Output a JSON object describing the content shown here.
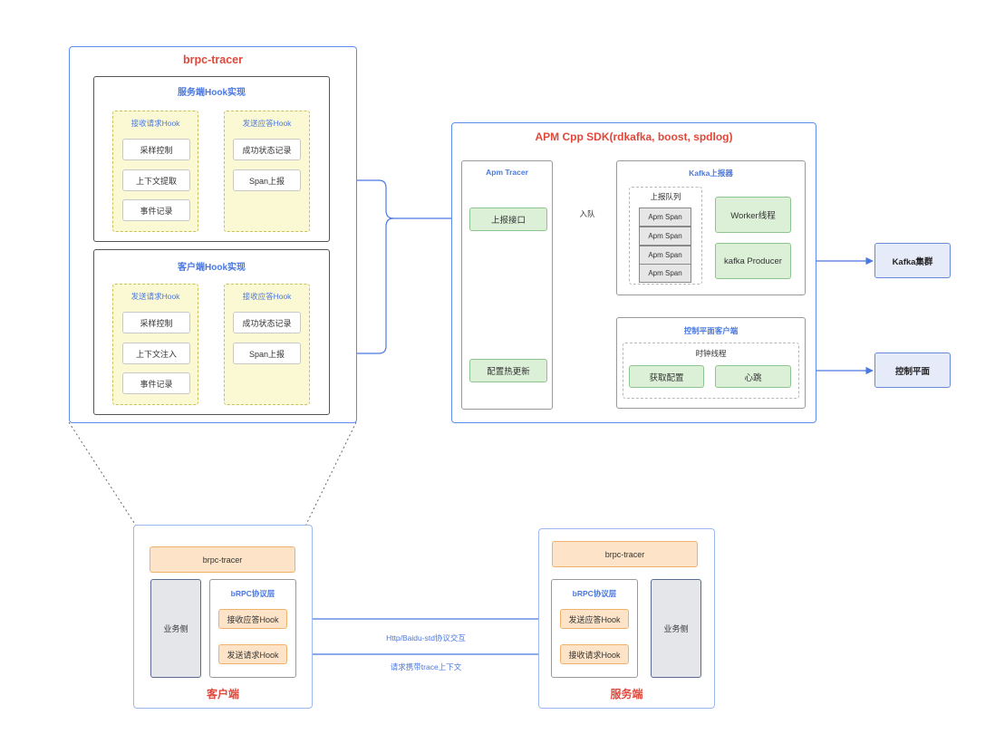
{
  "brpc_tracer_panel": {
    "title": "brpc-tracer",
    "server_hook": {
      "title": "服务端Hook实现",
      "recv_req": {
        "title": "接收请求Hook",
        "items": [
          "采样控制",
          "上下文提取",
          "事件记录"
        ]
      },
      "send_resp": {
        "title": "发送应答Hook",
        "items": [
          "成功状态记录",
          "Span上报"
        ]
      }
    },
    "client_hook": {
      "title": "客户端Hook实现",
      "send_req": {
        "title": "发送请求Hook",
        "items": [
          "采样控制",
          "上下文注入",
          "事件记录"
        ]
      },
      "recv_resp": {
        "title": "接收应答Hook",
        "items": [
          "成功状态记录",
          "Span上报"
        ]
      }
    }
  },
  "apm_sdk": {
    "title": "APM Cpp SDK(rdkafka, boost, spdlog)",
    "apm_tracer": {
      "title": "Apm Tracer",
      "report_api": "上报接口",
      "hot_update": "配置热更新"
    },
    "enqueue_label": "入队",
    "kafka_reporter": {
      "title": "Kafka上报器",
      "queue_title": "上报队列",
      "queue_items": [
        "Apm Span",
        "Apm Span",
        "Apm Span",
        "Apm Span"
      ],
      "worker": "Worker线程",
      "producer": "kafka Producer"
    },
    "control_client": {
      "title": "控制平面客户端",
      "clock_thread": "时钟线程",
      "fetch_config": "获取配置",
      "heartbeat": "心跳"
    }
  },
  "external": {
    "kafka_cluster": "Kafka集群",
    "control_plane": "控制平面"
  },
  "client_node": {
    "tracer": "brpc-tracer",
    "business": "业务侧",
    "protocol_title": "bRPC协议层",
    "recv_resp_hook": "接收应答Hook",
    "send_req_hook": "发送请求Hook",
    "label": "客户端"
  },
  "server_node": {
    "tracer": "brpc-tracer",
    "business": "业务侧",
    "protocol_title": "bRPC协议层",
    "send_resp_hook": "发送应答Hook",
    "recv_req_hook": "接收请求Hook",
    "label": "服务端"
  },
  "edges": {
    "protocol_exchange": "Http/Baidu-std协议交互",
    "carry_trace": "请求携带trace上下文"
  },
  "colors": {
    "accent_blue": "#5b8def",
    "title_red": "#e0483b",
    "green_fill": "#dcf0d8",
    "orange_fill": "#fde4c8"
  }
}
